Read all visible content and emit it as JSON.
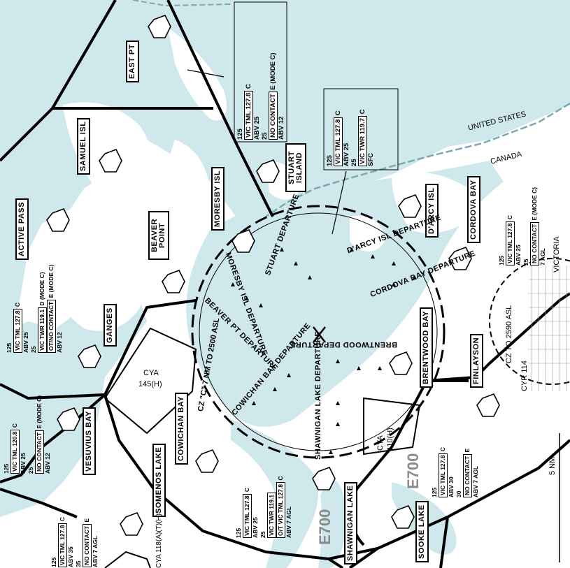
{
  "colors": {
    "water": "#cfe8ec",
    "land": "#ffffff",
    "border": "#000000",
    "intl": "#7aaab0",
    "grey": "#8a8a8a"
  },
  "labels": {
    "east_pt": "EAST PT",
    "samuel_isl": "SAMUEL ISL",
    "active_pass": "ACTIVE PASS",
    "beaver_point": "BEAVER POINT",
    "moresby_isl": "MORESBY ISL",
    "stuart_island": "STUART ISLAND",
    "darcy_isl": "D'ARCY ISL",
    "cordova_bay": "CORDOVA BAY",
    "ganges": "GANGES",
    "brentwood_bay": "BRENTWOOD BAY",
    "finlayson": "FINLAYSON",
    "cowichan_bay": "COWICHAN BAY",
    "somenos_lake": "SOMENOS LAKE",
    "vesuvius_bay": "VESUVIUS BAY",
    "shawnigan_lake": "SHAWNIGAN LAKE",
    "sooke_lake": "SOOKE LAKE"
  },
  "departures": {
    "stuart": "STUART DEPARTURE",
    "moresby": "MORESBY ISL DEPARTURE",
    "beaver": "BEAVER PT DEPARTURE",
    "darcy": "D'ARCY ISL DEPARTURE",
    "cordova": "CORDOVA BAY DEPARTURE",
    "brentwood": "BRENTWOOD DEPARTURE",
    "cowichan": "COWICHAN BAY DEPARTURE",
    "shawnigan": "SHAWNIGAN LAKE DEPARTURE"
  },
  "boundary": {
    "united_states": "UNITED STATES",
    "canada": "CANADA"
  },
  "airspace": {
    "cz_circle": "CZ \"C\" 7 NM TO 2500 ASL",
    "cz_victoria": "CZ TO 2590 ASL",
    "cya145_a": "CYA",
    "cya145_b": "145(H)",
    "cya110_a": "CYA",
    "cya110_b": "110(H)",
    "cya118": "CYA 118(A)(T)(H)",
    "cyr114": "CYR 114",
    "victoria": "VICTORIA",
    "e700": "E700",
    "scale": "5 NM"
  },
  "stacks": {
    "top_c": {
      "l1": "125",
      "l2": "VIC TML 127.8",
      "l2b": "C",
      "l3": "ABV 25",
      "l4": "25",
      "l5": "NO CONTACT",
      "l5b": "E (MODE C)",
      "l6": "ABV 12"
    },
    "top_sfc": {
      "l1": "125",
      "l2": "VIC TML 127.8",
      "l2b": "C",
      "l3": "ABV 25",
      "l4": "25",
      "l5": "VIC TWR 119.7",
      "l5b": "C",
      "l6": "SFC"
    },
    "right": {
      "l1": "125",
      "l2": "VIC TML 127.8",
      "l2b": "C",
      "l3": "ABV 25",
      "l4": "25",
      "l5": "NO CONTACT",
      "l5b": "E (MODE C)",
      "l6": "7 AGL"
    },
    "left": {
      "l1": "125",
      "l2": "VIC TML 127.8",
      "l2b": "C",
      "l3": "ABV 25",
      "l4": "25",
      "l5": "VIC TWR 119.1",
      "l5b": "D (MODE C)",
      "l6": "OT/NO CONTACT",
      "l6b": "E (MODE C)",
      "l7": "ABV 12"
    },
    "vesuvius": {
      "l1": "125",
      "l2": "VIC TML 120.8",
      "l2b": "C",
      "l3": "ABV 25",
      "l4": "25",
      "l5": "NO CONTACT",
      "l5b": "E (MODE C)",
      "l6": "ABV 12"
    },
    "bottom_left": {
      "l1": "125",
      "l2": "VIC TML 127.8",
      "l2b": "C",
      "l3": "ABV 35",
      "l4": "35",
      "l5": "NO CONTACT",
      "l5b": "E",
      "l6": "ABV 7 AGL"
    },
    "bottom_mid": {
      "l1": "125",
      "l2": "VIC TML 127.8",
      "l2b": "C",
      "l3": "ABV 25",
      "l4": "25",
      "l5": "VIC TWR 119.1",
      "l6": "O/T VIC TML 127.8",
      "l6b": "C",
      "l7": "ABV 7 AGL"
    },
    "bottom_right": {
      "l1": "125",
      "l2": "VIC TML 127.8",
      "l2b": "C",
      "l3": "ABV 30",
      "l4": "30",
      "l5": "NO CONTACT",
      "l5b": "E",
      "l6": "ABV 7 AGL"
    }
  }
}
